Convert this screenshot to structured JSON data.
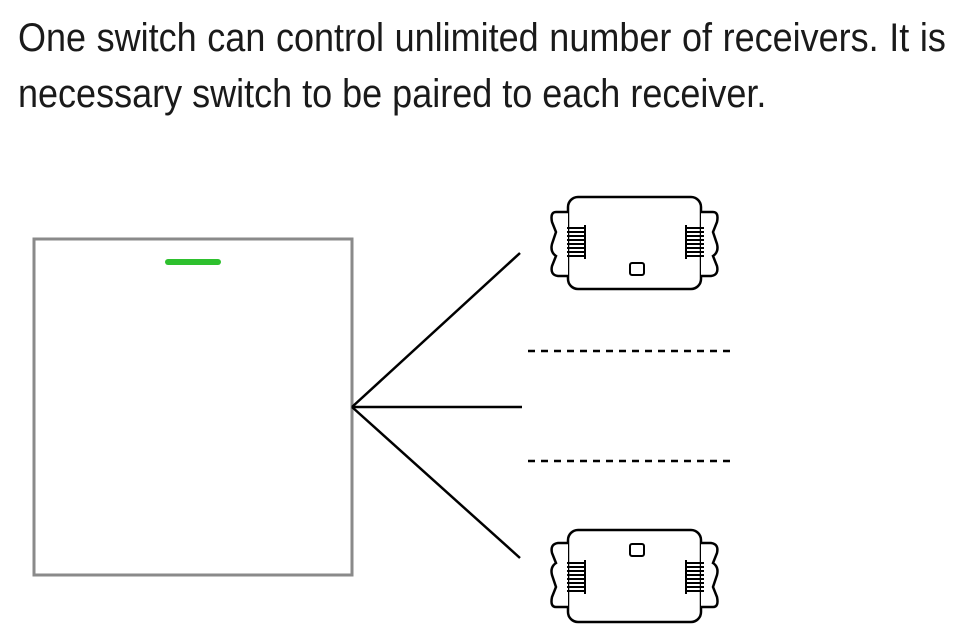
{
  "caption": {
    "text": "One switch can control unlimited number of receivers. It is necessary switch to be paired to each receiver."
  },
  "diagram": {
    "switch_panel": {
      "indicator_color": "#2ec02e",
      "frame_color": "#8a8a8a"
    },
    "connector_color": "#000000",
    "receivers": [
      {
        "name": "receiver-top"
      },
      {
        "name": "receiver-bottom"
      }
    ]
  }
}
